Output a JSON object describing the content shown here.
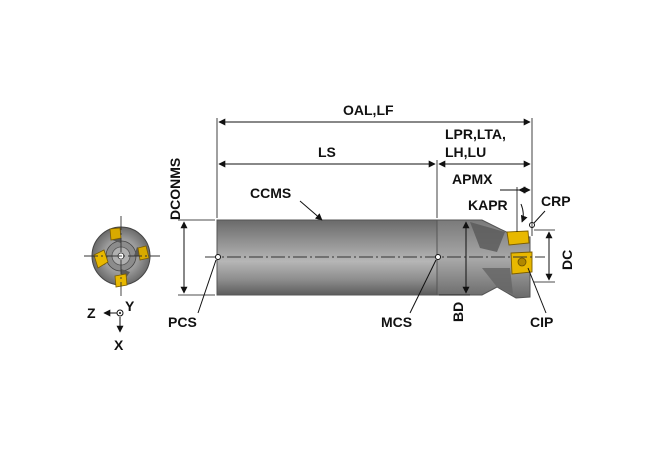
{
  "labels": {
    "oal_lf": "OAL,LF",
    "ls": "LS",
    "lpr_lta": "LPR,LTA,",
    "lh_lu": "LH,LU",
    "apmx": "APMX",
    "kapr": "KAPR",
    "crp": "CRP",
    "dc": "DC",
    "dconms": "DCONMS",
    "ccms": "CCMS",
    "pcs": "PCS",
    "mcs": "MCS",
    "bd": "BD",
    "cip": "CIP"
  },
  "axes": {
    "z": "Z",
    "y": "Y",
    "x": "X"
  },
  "colors": {
    "shank_dark": "#5a5a5a",
    "shank_mid": "#8a8a8a",
    "shank_light": "#b4b4b4",
    "insert_gold": "#e8b800",
    "insert_dark": "#8a6a00",
    "dimension_line": "#111111"
  }
}
